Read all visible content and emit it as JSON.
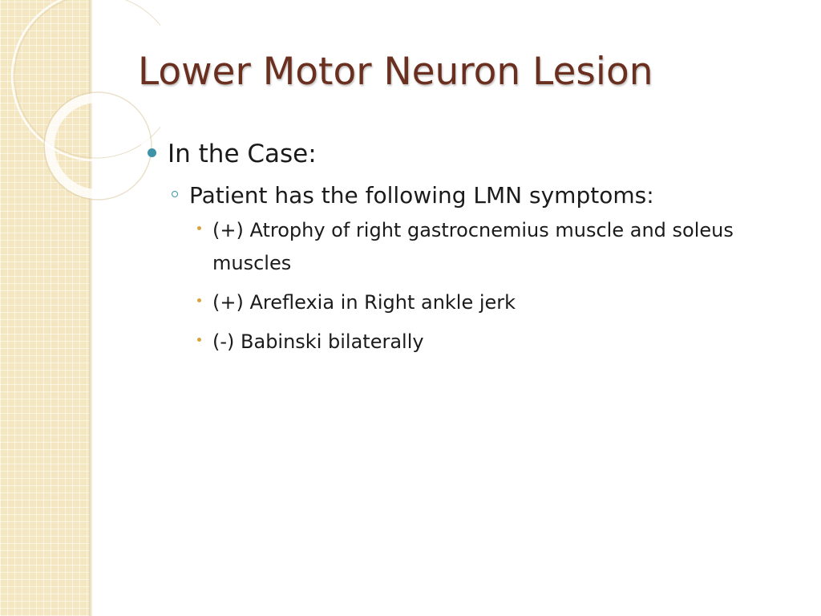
{
  "slide": {
    "title": "Lower Motor Neuron Lesion",
    "bullets": [
      {
        "text": "In the Case:",
        "children": [
          {
            "text": "Patient has the following LMN symptoms:",
            "children": [
              {
                "text": "(+) Atrophy of right gastrocnemius muscle and soleus muscles"
              },
              {
                "text": "(+) Areflexia in Right ankle jerk"
              },
              {
                "text": "(-) Babinski bilaterally"
              }
            ]
          }
        ]
      }
    ]
  },
  "theme": {
    "title_color": "#6b2f20",
    "bullet_color": "#3f93a8",
    "sub_bullet_color": "#d6a43a",
    "panel_color": "#f4e6c0"
  }
}
